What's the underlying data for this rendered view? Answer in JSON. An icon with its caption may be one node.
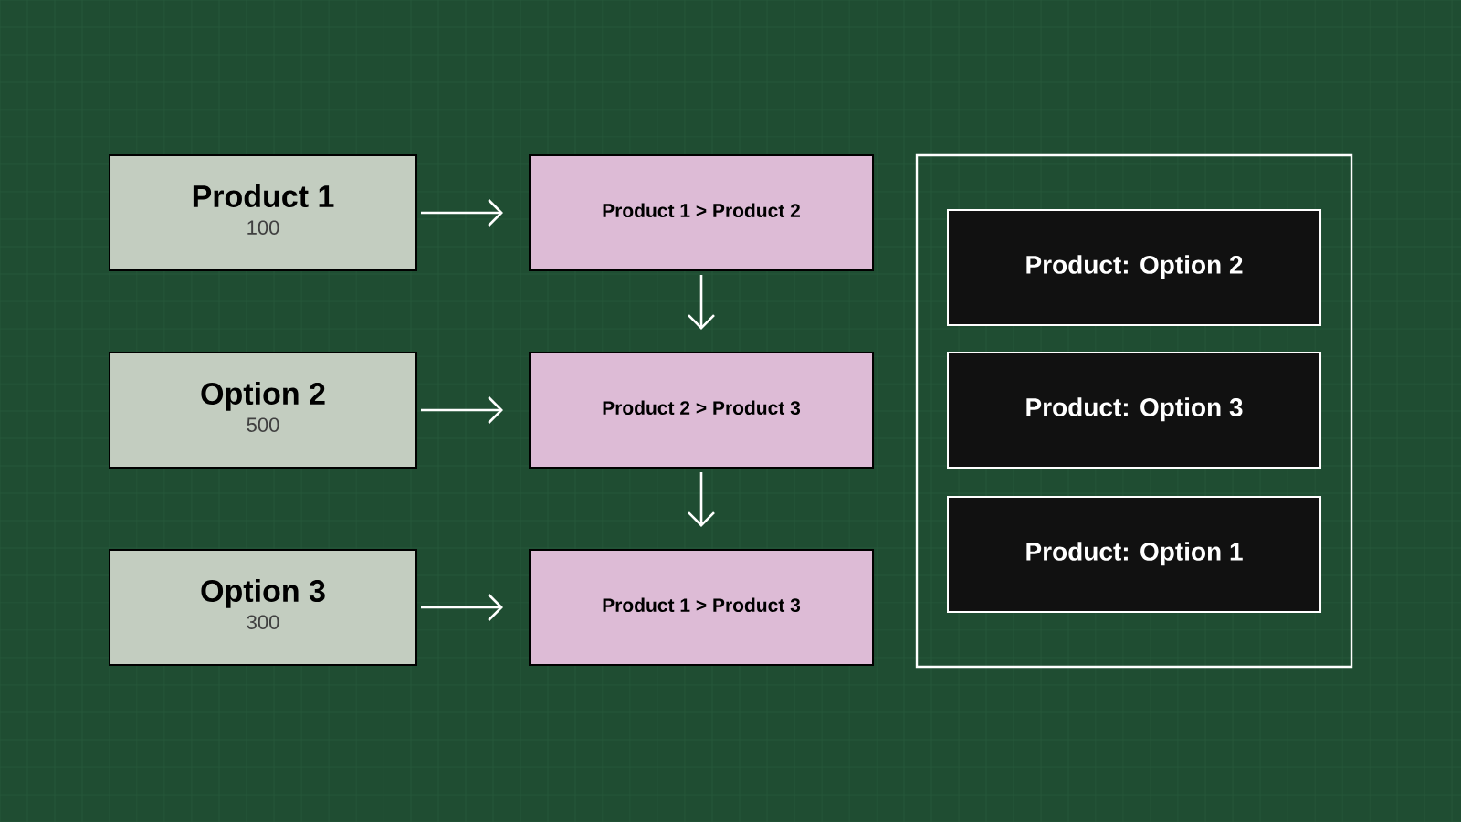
{
  "diagram": {
    "nodes": [
      {
        "text": [
          "Product 1",
          "100"
        ]
      },
      {
        "text": [
          "Product 1 > Product 2"
        ]
      },
      {
        "text": [],
        "shape": "box"
      },
      {
        "text": [
          "Product: Option 2"
        ],
        "in": 2
      },
      {
        "text": [
          "Option 2",
          "500"
        ]
      },
      {
        "text": [
          "Product 2 > Product 3"
        ]
      },
      {
        "text": [
          "Product: Option 3"
        ],
        "in": 2
      },
      {
        "text": [
          "Option 3",
          "300"
        ]
      },
      {
        "text": [
          "Product 1 > Product 3"
        ]
      },
      {
        "text": [
          "Product: Option 1"
        ],
        "in": 2
      }
    ],
    "edges": [
      {
        "from": 0,
        "to": 1,
        "arrow": "to"
      },
      {
        "from": 1,
        "to": 5,
        "arrow": "to"
      },
      {
        "from": 4,
        "to": 5,
        "arrow": "to"
      },
      {
        "from": 5,
        "to": 8,
        "arrow": "to"
      },
      {
        "from": 7,
        "to": 8,
        "arrow": "to"
      }
    ]
  }
}
